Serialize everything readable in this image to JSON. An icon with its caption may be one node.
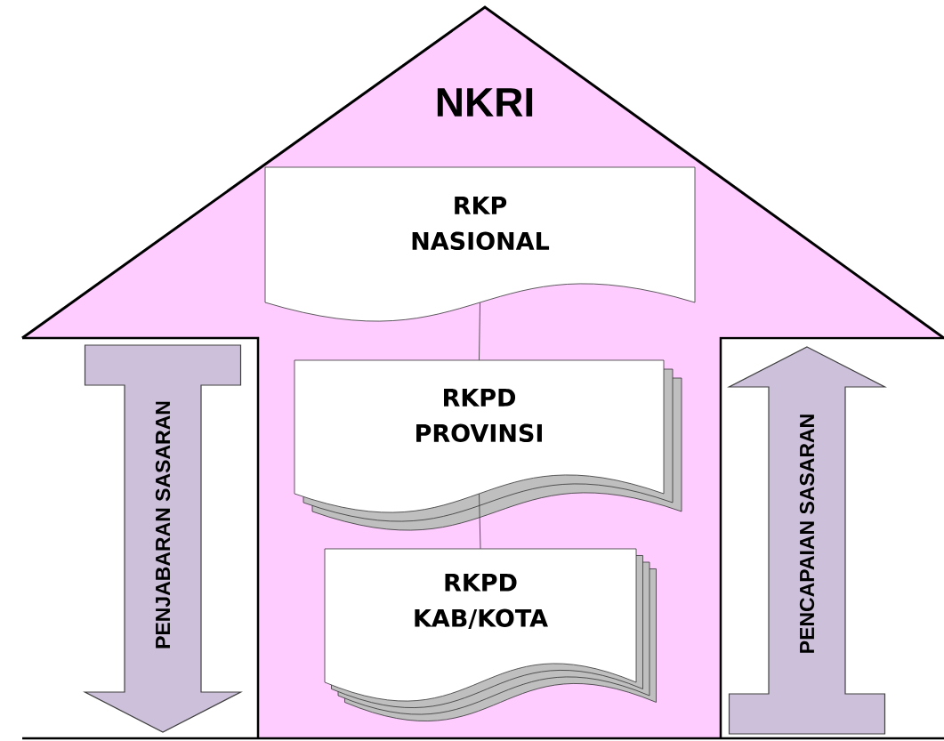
{
  "diagram": {
    "nodes": [
      {
        "text": [
          "NKRI"
        ]
      },
      {
        "text": [
          "RKP NASIONAL"
        ],
        "in": 0
      },
      {
        "text": [
          "RKPD PROVINSI"
        ],
        "in": 0
      },
      {
        "text": [
          "RKPD KAB/KOTA"
        ],
        "in": 0
      },
      {
        "text": [
          "PENJABARAN SASARAN"
        ],
        "in": 0
      },
      {
        "text": [
          "PENCAPAIAN SASARAN"
        ],
        "in": 0
      }
    ],
    "edges": [
      {
        "from": 1,
        "to": 2,
        "arrow": "none"
      },
      {
        "from": 2,
        "to": 3,
        "arrow": "none"
      }
    ]
  }
}
